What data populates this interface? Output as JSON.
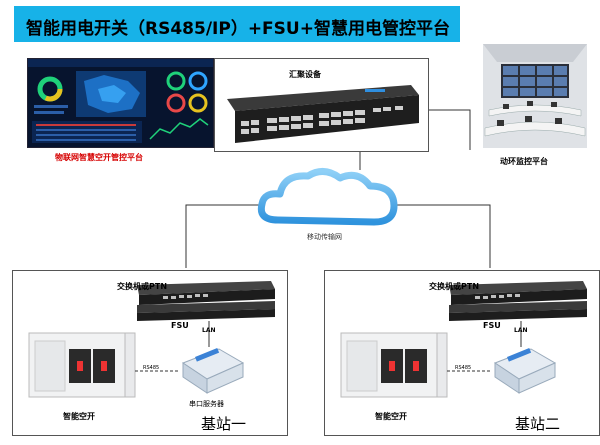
{
  "title": "智能用电开关（RS485/IP）+FSU+智慧用电管控平台",
  "top": {
    "dashboard_caption": "物联网智慧空开管控平台",
    "aggregation_caption": "汇聚设备",
    "monitoring_caption": "动环监控平台",
    "network_caption": "移动传输网"
  },
  "stations": [
    {
      "switch_label": "交换机或PTN",
      "fsu_label": "FSU",
      "lan_label": "LAN",
      "rs485_label": "RS485",
      "device_label": "串口服务器",
      "breaker_label": "智能空开",
      "name": "基站一"
    },
    {
      "switch_label": "交换机或PTN",
      "fsu_label": "FSU",
      "lan_label": "LAN",
      "rs485_label": "RS485",
      "breaker_label": "智能空开",
      "name": "基站二"
    }
  ],
  "colors": {
    "title_bg": "#17b2e8",
    "caption_red": "#d60000",
    "cloud_blue": "#3aa6e6"
  }
}
